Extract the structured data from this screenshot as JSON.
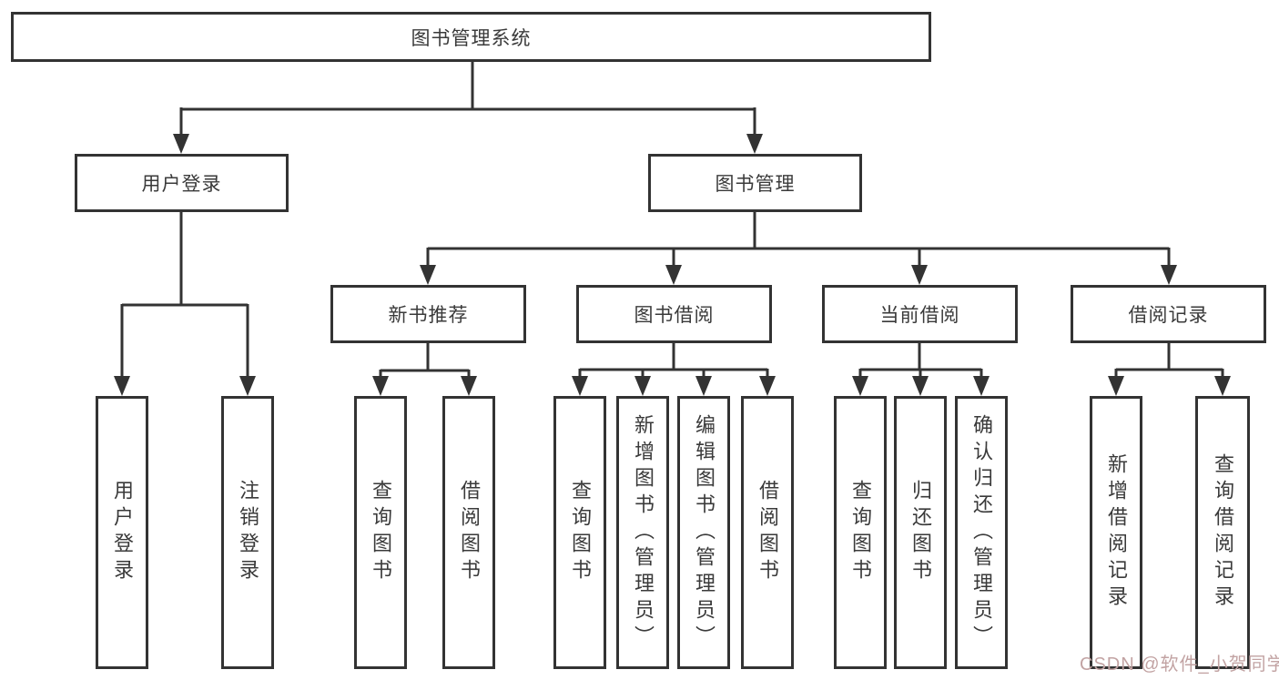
{
  "tree": {
    "root": "图书管理系统",
    "user_login": {
      "label": "用户登录",
      "children": [
        "用户登录",
        "注销登录"
      ]
    },
    "book_mgmt": {
      "label": "图书管理",
      "children": [
        {
          "label": "新书推荐",
          "children": [
            "查询图书",
            "借阅图书"
          ]
        },
        {
          "label": "图书借阅",
          "children": [
            "查询图书",
            "新增图书（管理员）",
            "编辑图书（管理员）",
            "借阅图书"
          ]
        },
        {
          "label": "当前借阅",
          "children": [
            "查询图书",
            "归还图书",
            "确认归还（管理员）"
          ]
        },
        {
          "label": "借阅记录",
          "children": [
            "新增借阅记录",
            "查询借阅记录"
          ]
        }
      ]
    }
  },
  "watermark": "CSDN @软件_小贺同学",
  "colors": {
    "line": "#333333",
    "node_text": "#3a3a3a",
    "watermark_text": "#c2a3a3",
    "background": "#ffffff"
  }
}
